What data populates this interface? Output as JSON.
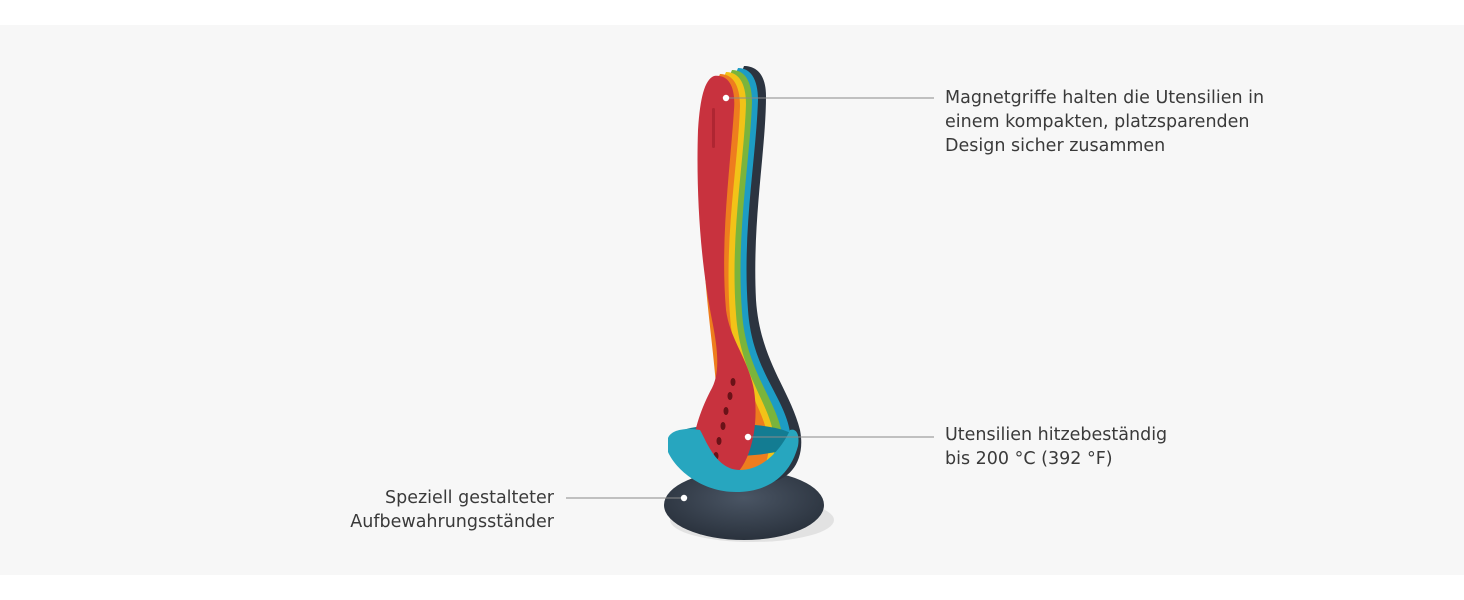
{
  "colors": {
    "background": "#f7f7f7",
    "text": "#3a3a3a",
    "leader_line": "#8a8a8a",
    "utensil_red": "#c8323e",
    "utensil_orange": "#ee7d1e",
    "utensil_yellow": "#f2c318",
    "utensil_green": "#7ab43c",
    "utensil_blue": "#1d9cc4",
    "utensil_dark": "#2c3440",
    "stand_teal": "#27a6bf",
    "stand_base": "#3a4452"
  },
  "callouts": {
    "magnet_handles": {
      "line1": "Magnetgriffe halten die Utensilien in",
      "line2": "einem kompakten, platzsparenden",
      "line3": "Design sicher zusammen"
    },
    "heat_resistant": {
      "line1": "Utensilien hitzebeständig",
      "line2": "bis 200 °C (392 °F)"
    },
    "storage_stand": {
      "line1": "Speziell gestalteter",
      "line2": "Aufbewahrungsständer"
    }
  }
}
